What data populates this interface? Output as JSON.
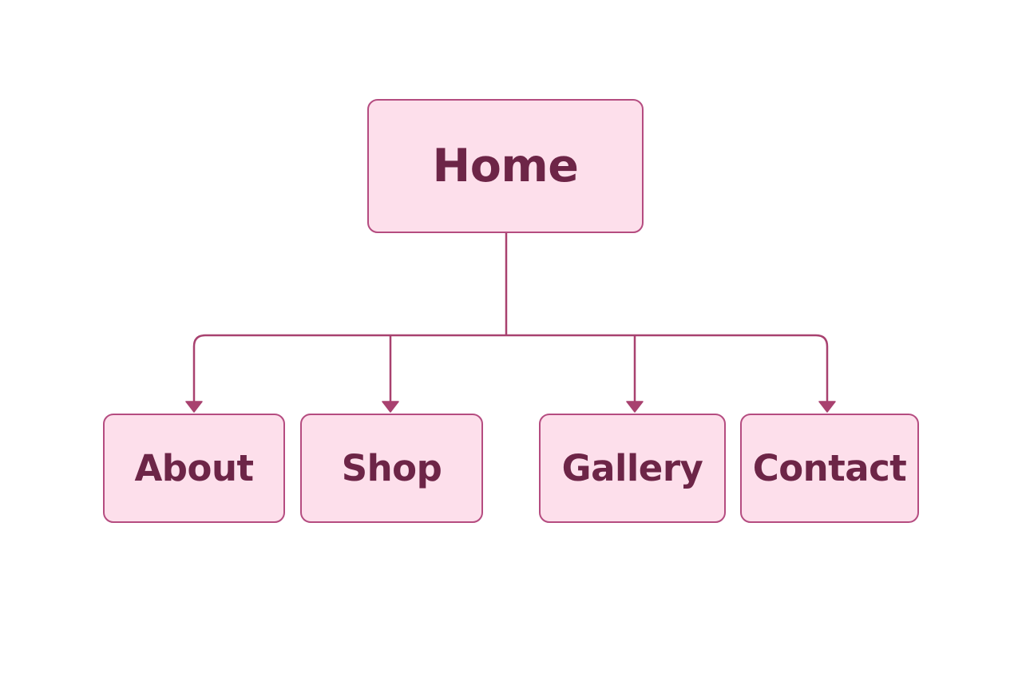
{
  "diagram": {
    "root": {
      "label": "Home"
    },
    "children": [
      {
        "label": "About"
      },
      {
        "label": "Shop"
      },
      {
        "label": "Gallery"
      },
      {
        "label": "Contact"
      }
    ],
    "colors": {
      "node_fill": "#fddfeb",
      "node_border": "#b54c80",
      "text": "#6d2547",
      "connector": "#a8416f",
      "background": "#ffffff"
    }
  }
}
